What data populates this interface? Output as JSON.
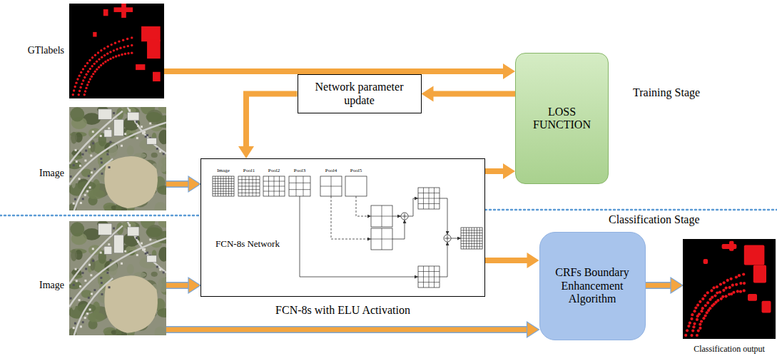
{
  "diagram": {
    "nodes": [
      {
        "text": [
          "GTlabels"
        ]
      },
      {
        "text": [
          "Image"
        ]
      },
      {
        "text": [
          "LOSS FUNCTION"
        ]
      },
      {
        "text": [
          "Network parameter update"
        ]
      },
      {
        "text": [
          "FCN-8s Network",
          "FCN-8s with ELU Activation"
        ]
      },
      {
        "text": [
          "Image"
        ]
      },
      {
        "text": [
          "CRFs Boundary Enhancement Algorithm"
        ]
      },
      {
        "text": [
          "Classification output"
        ]
      }
    ],
    "edges": [
      {
        "from": 0,
        "to": 2,
        "arrow": "to"
      },
      {
        "from": 2,
        "to": 3,
        "arrow": "to"
      },
      {
        "from": 3,
        "to": 4,
        "arrow": "to"
      },
      {
        "from": 1,
        "to": 4,
        "arrow": "to"
      },
      {
        "from": 4,
        "to": 2,
        "arrow": "to"
      },
      {
        "from": 5,
        "to": 4,
        "arrow": "to"
      },
      {
        "from": 4,
        "to": 6,
        "arrow": "to"
      },
      {
        "from": 5,
        "to": 6,
        "arrow": "to"
      },
      {
        "from": 6,
        "to": 7,
        "arrow": "to"
      }
    ],
    "labels": [
      "Training Stage",
      "Image",
      "Pool1",
      "Pool2",
      "Pool3",
      "Pool4",
      "Pool5",
      "Classification Stage"
    ]
  }
}
